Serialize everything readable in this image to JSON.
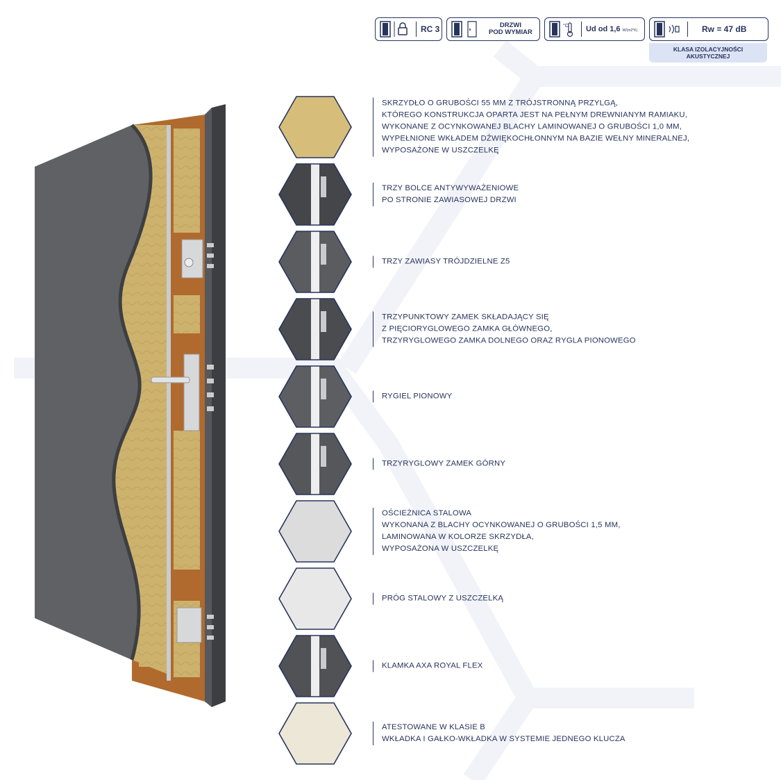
{
  "badges": {
    "rc": "RC 3",
    "size_line1": "DRZWI",
    "size_line2": "POD WYMIAR",
    "ud_value": "Ud od 1,6",
    "ud_unit": "W/(m2*K)",
    "rw": "Rw = 47 dB",
    "acoustic_line1": "KLASA IZOLACYJNOŚCI",
    "acoustic_line2": "AKUSTYCZNEJ"
  },
  "features": [
    {
      "icon": "door-insulation-icon",
      "text": "SKRZYDŁO O GRUBOŚCI 55 MM Z TRÓJSTRONNĄ PRZYLGĄ,\nKTÓREGO KONSTRUKCJA OPARTA JEST NA PEŁNYM DREWNIANYM RAMIAKU,\nWYKONANE Z OCYNKOWANEJ BLACHY LAMINOWANEJ O GRUBOŚCI 1,0 MM,\nWYPEŁNIONE WKŁADEM DŹWIĘKOCHŁONNYM NA BAZIE WEŁNY MINERALNEJ,\nWYPOSAŻONE W USZCZELKĘ"
    },
    {
      "icon": "anti-burglary-bolt-icon",
      "text": "TRZY BOLCE ANTYWYWAŻENIOWE\nPO STRONIE ZAWIASOWEJ DRZWI"
    },
    {
      "icon": "hinge-icon",
      "text": "TRZY ZAWIASY TRÓJDZIELNE Z5"
    },
    {
      "icon": "three-point-lock-icon",
      "text": "TRZYPUNKTOWY ZAMEK SKŁADAJĄCY SIĘ\nZ PIĘCIORYGLOWEGO ZAMKA GŁÓWNEGO,\nTRZYRYGLOWEGO ZAMKA DOLNEGO ORAZ RYGLA PIONOWEGO"
    },
    {
      "icon": "vertical-bolt-icon",
      "text": "RYGIEL PIONOWY"
    },
    {
      "icon": "upper-lock-icon",
      "text": "TRZYRYGLOWY ZAMEK GÓRNY"
    },
    {
      "icon": "steel-frame-icon",
      "text": "OŚCIEŻNICA STALOWA\nWYKONANA Z BLACHY OCYNKOWANEJ O GRUBOŚCI 1,5 MM,\nLAMINOWANA W KOLORZE SKRZYDŁA,\nWYPOSAŻONA W USZCZELKĘ"
    },
    {
      "icon": "steel-threshold-icon",
      "text": "PRÓG STALOWY Z USZCZELKĄ"
    },
    {
      "icon": "door-handle-icon",
      "text": "KLAMKA AXA ROYAL FLEX"
    },
    {
      "icon": "lock-cylinder-icon",
      "text": " ATESTOWANE W KLASIE B\nWKŁADKA I GAŁKO-WKŁADKA W SYSTEMIE JEDNEGO KLUCZA"
    }
  ],
  "colors": {
    "navy": "#27345c",
    "door_gray": "#5f6164",
    "wood": "#b06a2e",
    "wool": "#cdb26e",
    "badge_note_bg": "#dbe3f5"
  }
}
